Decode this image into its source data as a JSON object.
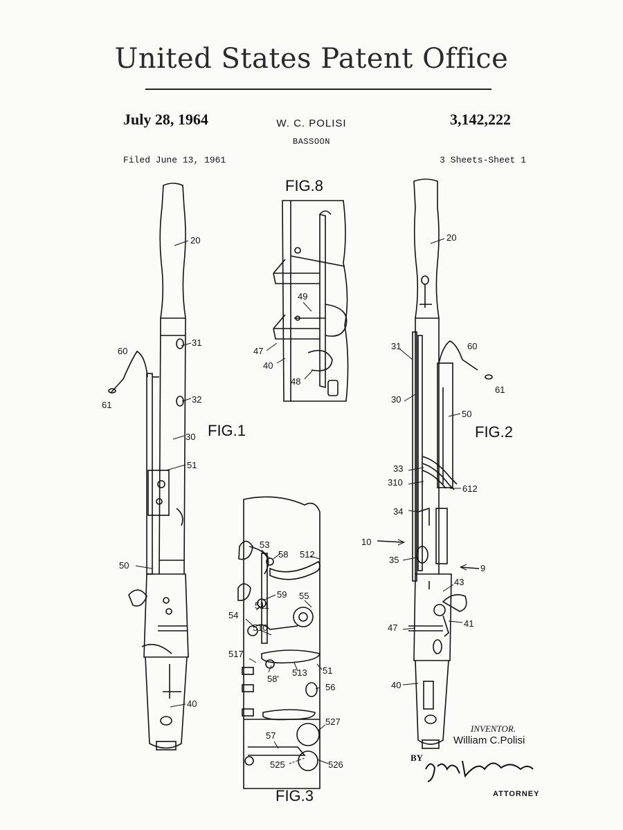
{
  "header": {
    "office_title": "United States Patent Office",
    "date": "July 28, 1964",
    "inventor_short": "W. C. POLISI",
    "patent_number": "3,142,222",
    "subject": "BASSOON",
    "filed": "Filed June 13, 1961",
    "sheets": "3 Sheets-Sheet 1"
  },
  "figures": {
    "fig1": {
      "caption": "FIG.1",
      "labels": [
        "20",
        "31",
        "60",
        "61",
        "32",
        "30",
        "51",
        "50",
        "40"
      ]
    },
    "fig2": {
      "caption": "FIG.2",
      "labels": [
        "20",
        "31",
        "60",
        "61",
        "30",
        "50",
        "33",
        "310",
        "612",
        "34",
        "10",
        "35",
        "9",
        "43",
        "41",
        "47",
        "40"
      ]
    },
    "fig3": {
      "caption": "FIG.3",
      "labels": [
        "53",
        "58",
        "512",
        "59",
        "55",
        "511",
        "54",
        "510",
        "517",
        "58'",
        "513",
        "51",
        "56",
        "527",
        "57",
        "525",
        "526"
      ]
    },
    "fig8": {
      "caption": "FIG.8",
      "labels": [
        "49",
        "47",
        "40",
        "48"
      ]
    }
  },
  "signature_block": {
    "inventor_caption": "INVENTOR.",
    "inventor_name": "William C.Polisi",
    "by": "BY",
    "attorney": "ATTORNEY"
  }
}
